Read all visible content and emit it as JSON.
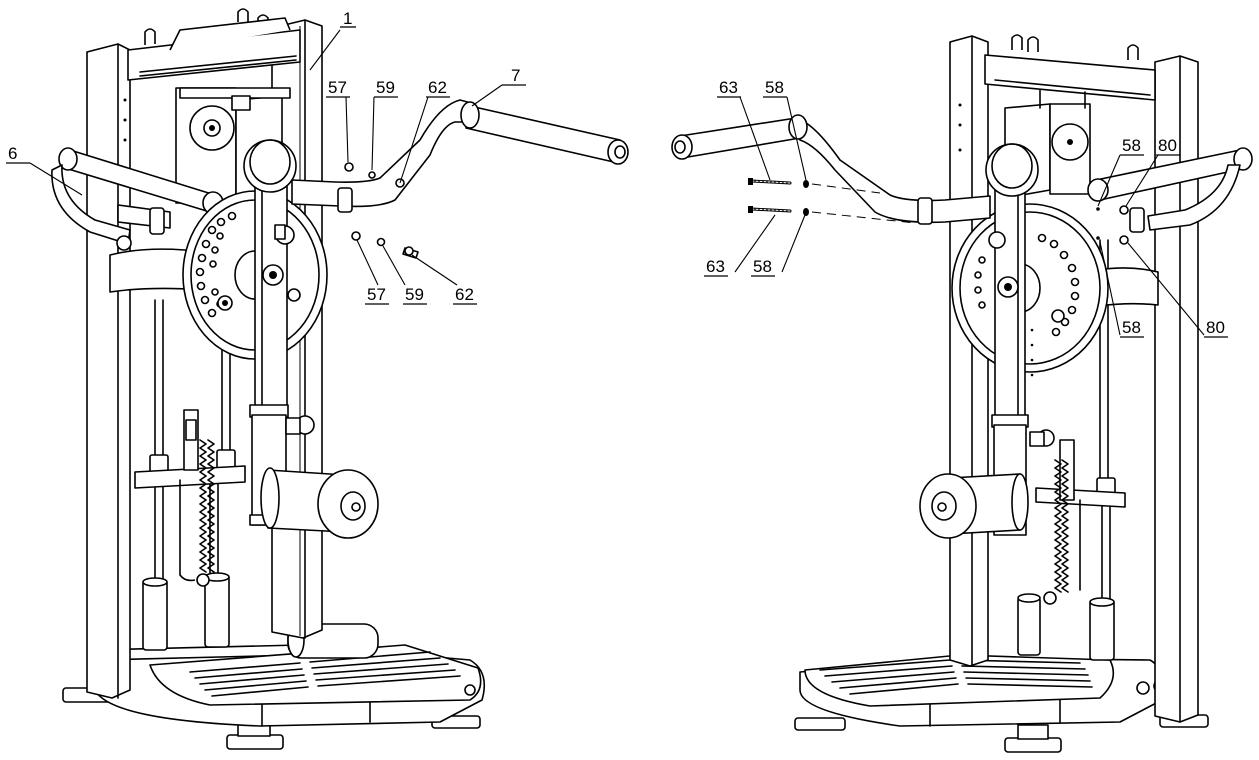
{
  "callouts": {
    "left": {
      "c1": "1",
      "c6": "6",
      "c7": "7",
      "c57_top": "57",
      "c59_top": "59",
      "c62_top": "62",
      "c57_bottom": "57",
      "c59_bottom": "59",
      "c62_bottom": "62"
    },
    "right": {
      "c63_top": "63",
      "c58_top": "58",
      "c58_mid": "58",
      "c80_top": "80",
      "c63_bottom": "63",
      "c58_bottom": "58",
      "c58_lower": "58",
      "c80_bottom": "80"
    }
  }
}
